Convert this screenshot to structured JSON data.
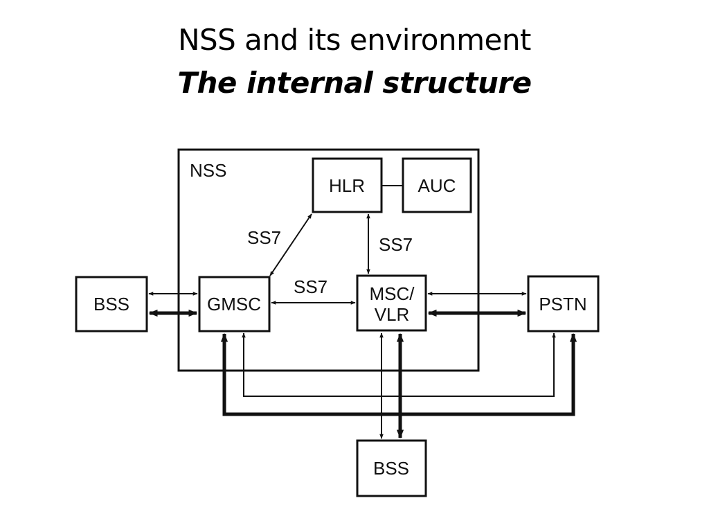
{
  "slide": {
    "title": "NSS and its environment",
    "subtitle": "The internal structure"
  },
  "diagram": {
    "container_label": "NSS",
    "nodes": {
      "hlr": "HLR",
      "auc": "AUC",
      "bss_left": "BSS",
      "gmsc": "GMSC",
      "msc_line1": "MSC/",
      "msc_line2": "VLR",
      "pstn": "PSTN",
      "bss_bottom": "BSS"
    },
    "links": {
      "gmsc_hlr": "SS7",
      "msc_hlr": "SS7",
      "gmsc_msc": "SS7"
    }
  }
}
